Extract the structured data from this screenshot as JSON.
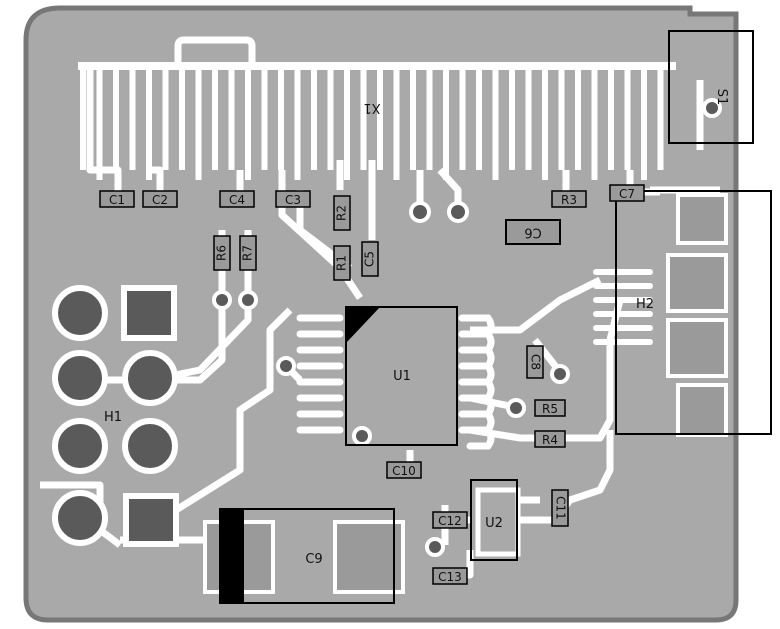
{
  "colors": {
    "board_fill": "#a9a9a9",
    "board_edge": "#777777",
    "copper_trace": "#ffffff",
    "pad_dark": "#5a5a5a",
    "silk": "#000000",
    "part_body": "#9a9a9a"
  },
  "labels": {
    "x1": "X1",
    "s1": "S1",
    "h1": "H1",
    "h2": "H2",
    "u1": "U1",
    "u2": "U2",
    "c1": "C1",
    "c2": "C2",
    "c3": "C3",
    "c4": "C4",
    "c5": "C5",
    "c6": "C6",
    "c7": "C7",
    "c8": "C8",
    "c9": "C9",
    "c10": "C10",
    "c11": "C11",
    "c12": "C12",
    "c13": "C13",
    "r1": "R1",
    "r2": "R2",
    "r3": "R3",
    "r4": "R4",
    "r5": "R5",
    "r6": "R6",
    "r7": "R7"
  }
}
